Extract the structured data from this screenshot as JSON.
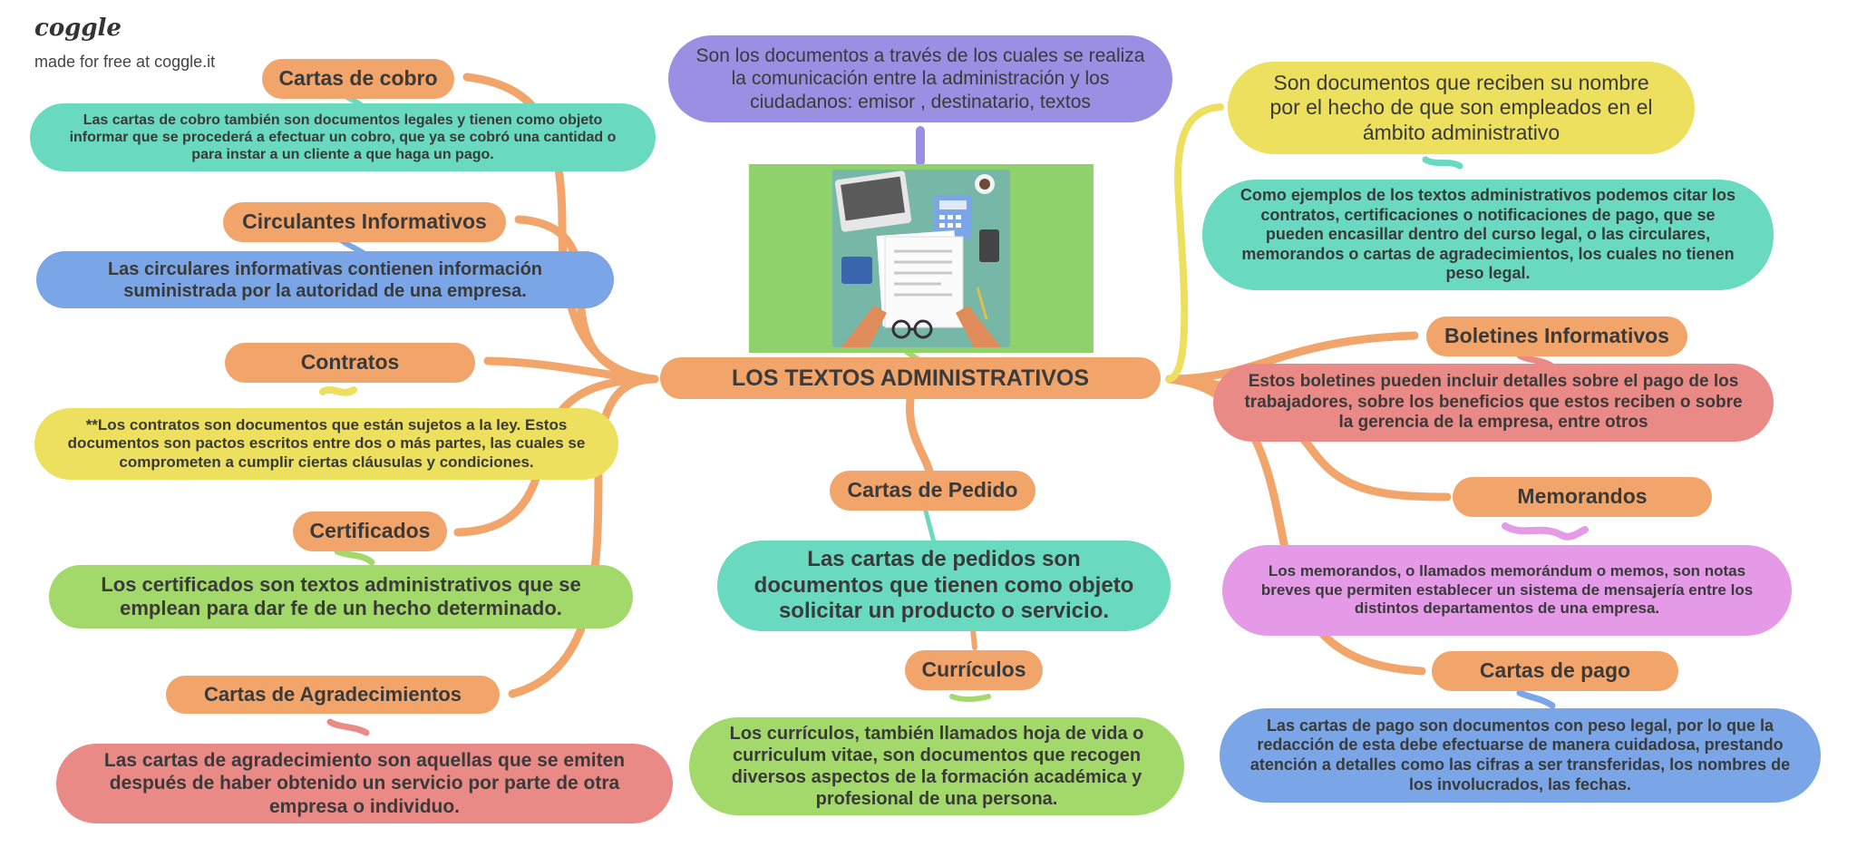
{
  "branding": {
    "logo": "coggle",
    "credit": "made for free at coggle.it"
  },
  "central": {
    "title": "LOS TEXTOS ADMINISTRATIVOS"
  },
  "center_top": {
    "definition": "Son los documentos a través de los cuales se realiza la comunicación entre la administración y los ciudadanos: emisor , destinatario, textos"
  },
  "left": {
    "cobro": {
      "title": "Cartas de cobro",
      "text": "Las cartas de cobro también son documentos legales y tienen como objeto informar que se procederá a efectuar un cobro, que ya se cobró una cantidad o para instar a un cliente a que haga un pago."
    },
    "circulantes": {
      "title": "Circulantes Informativos",
      "text": "Las circulares informativas contienen información suministrada por la autoridad de una empresa."
    },
    "contratos": {
      "title": "Contratos",
      "text": "**Los contratos son documentos que están sujetos a la ley. Estos documentos son pactos escritos entre dos o más partes, las cuales se comprometen a cumplir ciertas cláusulas y condiciones."
    },
    "certificados": {
      "title": "Certificados",
      "text": "Los certificados son textos administrativos que se emplean para dar fe de un hecho determinado."
    },
    "agradecimientos": {
      "title": "Cartas de Agradecimientos",
      "text": "Las cartas de agradecimiento son aquellas que se emiten después de haber obtenido un servicio por parte de otra empresa o individuo."
    }
  },
  "bottom": {
    "pedido": {
      "title": "Cartas de Pedido",
      "text": "Las cartas de pedidos son documentos que tienen como objeto solicitar un producto o servicio."
    },
    "curriculos": {
      "title": "Currículos",
      "text": "Los currículos, también llamados hoja de vida o curriculum vitae, son documentos que recogen diversos aspectos de la formación académica y profesional de una persona."
    }
  },
  "right": {
    "definicion": {
      "text": "Son documentos que reciben su nombre por el hecho de que son empleados en el ámbito administrativo"
    },
    "ejemplos": {
      "text": "Como ejemplos de los textos administrativos podemos citar los contratos, certificaciones o notificaciones de pago, que se pueden encasillar dentro del curso legal, o las circulares, memorandos o cartas de agradecimientos, los cuales no tienen peso legal."
    },
    "boletines": {
      "title": "Boletines Informativos",
      "text": "Estos boletines pueden incluir detalles sobre el pago de los trabajadores, sobre los beneficios que estos reciben o sobre la gerencia de la empresa, entre otros"
    },
    "memorandos": {
      "title": "Memorandos",
      "text": "Los memorandos, o llamados memorándum o memos, son notas breves que permiten establecer un sistema de mensajería entre los distintos departamentos de una empresa."
    },
    "pago": {
      "title": "Cartas de pago",
      "text": "Las cartas de pago son documentos con peso legal, por lo que la redacción de esta debe efectuarse de manera cuidadosa, prestando atención a detalles como las cifras a ser transferidas, los nombres de los involucrados, las fechas."
    }
  },
  "colors": {
    "branch": "#f2a56b",
    "yellow_branch": "#ece05e",
    "purple_branch": "#9b8fe3",
    "teal": "#69d9c0",
    "blue": "#7aa5e6",
    "yellow": "#ece05e",
    "green": "#a3d96b",
    "pink": "#ea8a87",
    "purple": "#9b8fe3",
    "magenta": "#e59ae8"
  }
}
